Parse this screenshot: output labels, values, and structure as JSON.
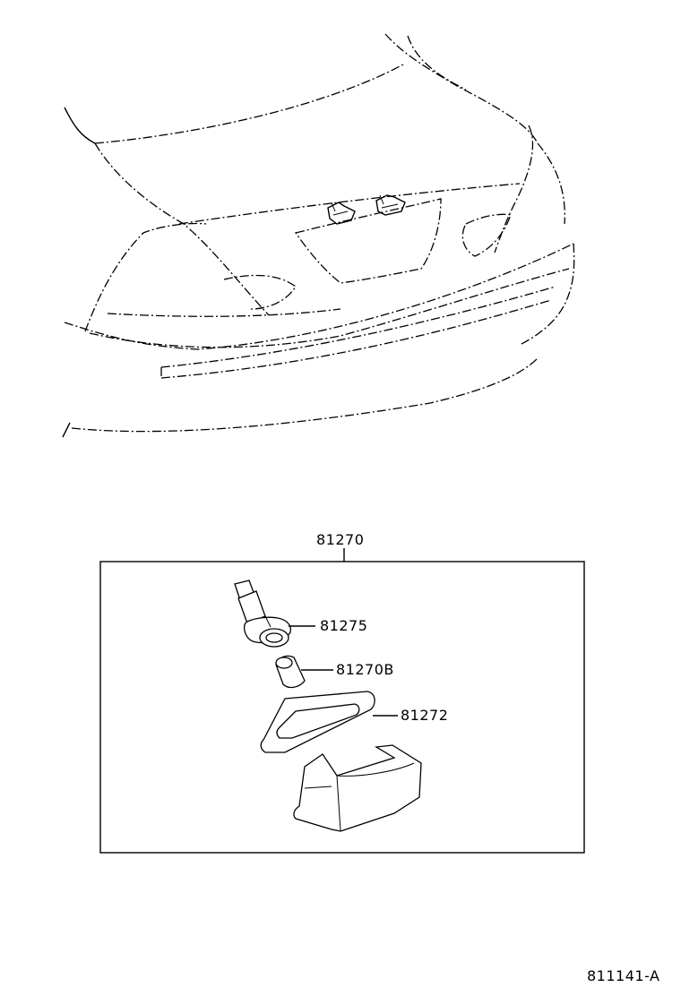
{
  "diagram": {
    "figure_code": "811141-A",
    "group_callout": "81270",
    "callouts": [
      {
        "id": "socket",
        "text": "81275"
      },
      {
        "id": "bulb",
        "text": "81270B"
      },
      {
        "id": "gasket",
        "text": "81272"
      }
    ]
  }
}
